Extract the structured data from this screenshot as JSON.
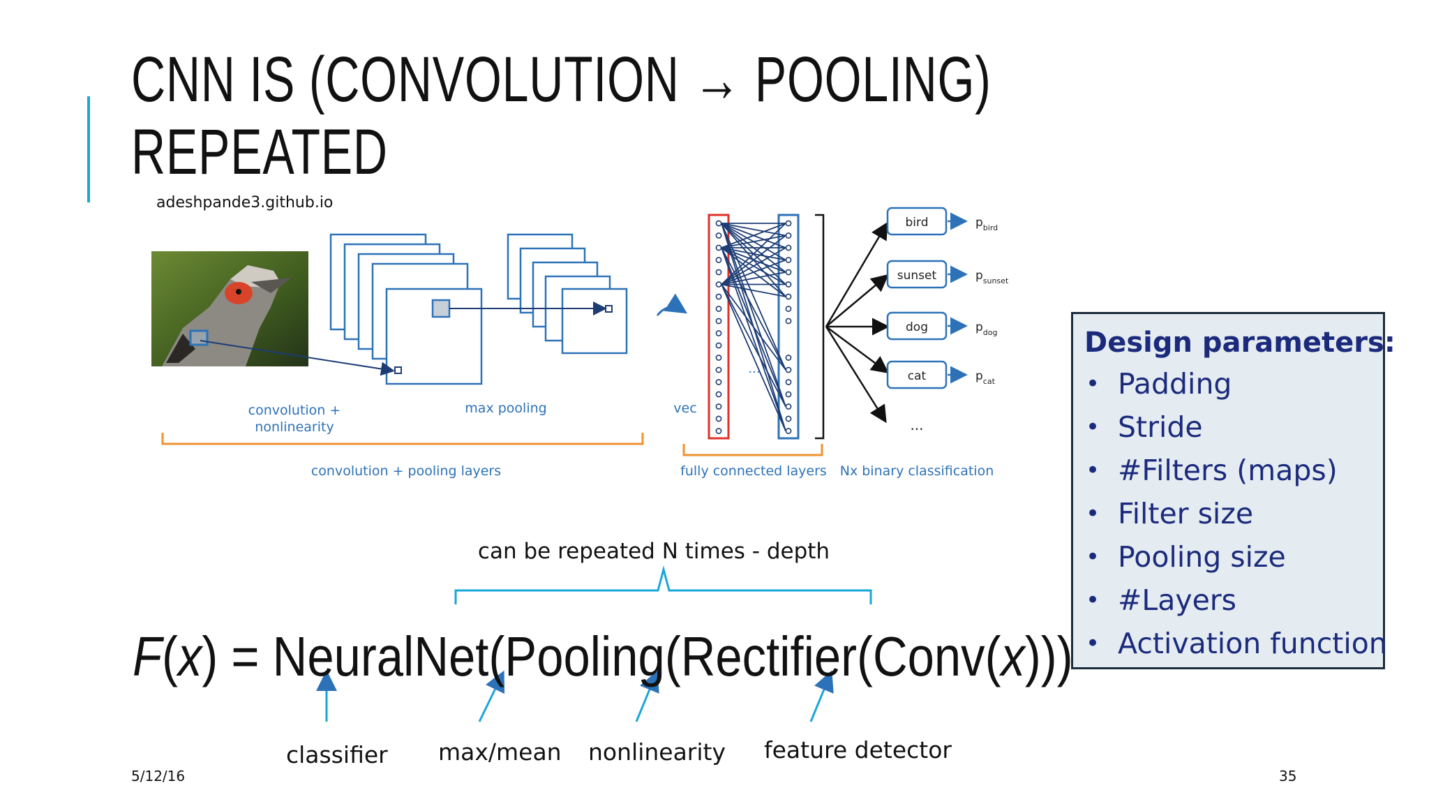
{
  "slide": {
    "title_line1": "CNN IS (CONVOLUTION → POOLING)",
    "title_line2": "REPEATED",
    "source": "adeshpande3.github.io",
    "date": "5/12/16",
    "page_number": "35"
  },
  "diagram": {
    "labels": {
      "conv_nonlinearity_1": "convolution +",
      "conv_nonlinearity_2": "nonlinearity",
      "max_pooling": "max pooling",
      "vec": "vec",
      "dots": "...",
      "conv_pool_layers": "convolution + pooling layers",
      "fc_layers": "fully connected layers",
      "binary_classification": "Nx binary classification"
    },
    "classes": [
      "bird",
      "sunset",
      "dog",
      "cat"
    ],
    "prob_base": "p",
    "prob_subscripts": [
      "bird",
      "sunset",
      "dog",
      "cat"
    ],
    "ellipsis": "...",
    "colors": {
      "diagram_blue": "#2d72b8",
      "orange": "#f0922f",
      "red": "#e0302a"
    }
  },
  "depth_note": "can be repeated N times - depth",
  "formula": {
    "f": "F",
    "x": "x",
    "eq": " = ",
    "body": "NeuralNet(Pooling(Rectifier(Conv(",
    "close": ")))"
  },
  "annotations": {
    "classifier": "classifier",
    "max_mean": "max/mean",
    "nonlinearity": "nonlinearity",
    "feature_detector": "feature detector"
  },
  "design_parameters": {
    "title": "Design parameters:",
    "items": [
      "Padding",
      "Stride",
      "#Filters (maps)",
      "Filter size",
      "Pooling size",
      "#Layers",
      "Activation function"
    ]
  }
}
